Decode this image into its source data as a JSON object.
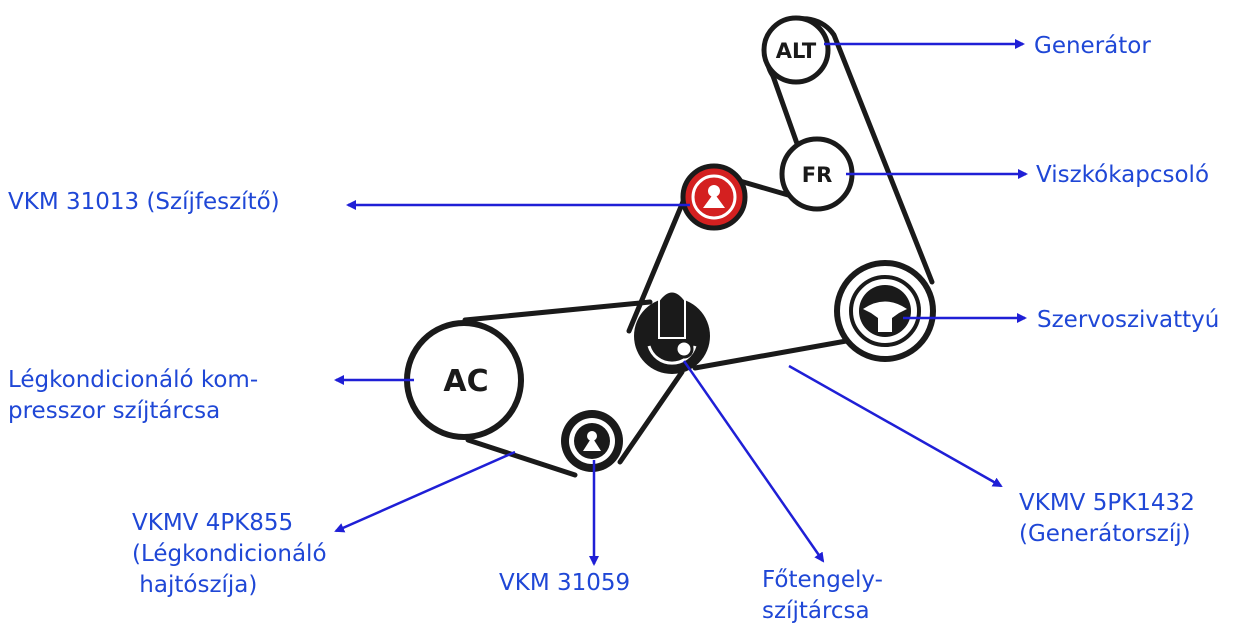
{
  "pulleys": {
    "alt": "ALT",
    "fr": "FR",
    "ac": "AC"
  },
  "labels": {
    "generator": "Generátor",
    "viscous_clutch": "Viszkókapcsoló",
    "tensioner": "VKM 31013 (Szíjfeszítő)",
    "power_steering": "Szervoszivattyú",
    "ac_line1": "Légkondicionáló kom-",
    "ac_line2": "presszor szíjtárcsa",
    "ac_belt_line1": "VKMV 4PK855",
    "ac_belt_line2": "(Légkondicionáló",
    "ac_belt_line3": " hajtószíja)",
    "idler": "VKM 31059",
    "crank_line1": "Főtengely-",
    "crank_line2": "szíjtárcsa",
    "alt_belt_line1": "VKMV 5PK1432",
    "alt_belt_line2": "(Generátorszíj)"
  },
  "colors": {
    "label_blue": "#1f47d6",
    "arrow_blue": "#1f1fd6",
    "belt": "#1a1a1a",
    "tensioner_red": "#d42020"
  }
}
